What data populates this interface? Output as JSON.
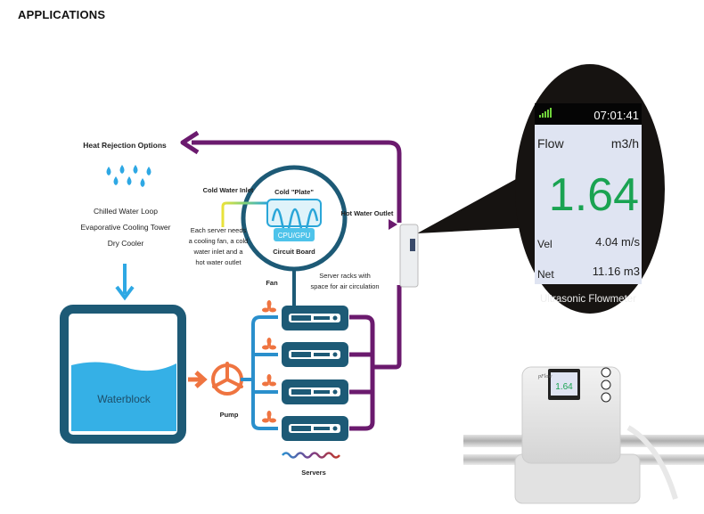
{
  "title": "APPLICATIONS",
  "heat_rejection": {
    "heading": "Heat Rejection Options",
    "options": [
      "Chilled Water Loop",
      "Evaporative Cooling Tower",
      "Dry Cooler"
    ]
  },
  "labels": {
    "cold_plate": "Cold \"Plate\"",
    "cpu": "CPU/GPU",
    "circuit_board": "Circuit Board",
    "cold_water_inlet": "Cold Water Inlet",
    "hot_water_outlet": "Hot Water Outlet",
    "server_note": [
      "Each server needs",
      "a cooling fan, a cold",
      "water inlet and a",
      "hot water outlet"
    ],
    "rack_note": [
      "Server racks with",
      "space for air circulation"
    ],
    "fan": "Fan",
    "waterblock": "Waterblock",
    "pump": "Pump",
    "servers": "Servers"
  },
  "flowmeter_display": {
    "time": "07:01:41",
    "flow_label": "Flow",
    "flow_unit": "m3/h",
    "flow_value": "1.64",
    "vel_label": "Vel",
    "vel_value": "4.04 m/s",
    "net_label": "Net",
    "net_value": "11.16 m3",
    "caption": "Ultrasonic Flowmeter"
  },
  "device": {
    "brand": "pFlow",
    "screen_value": "1.64"
  },
  "colors": {
    "purple": "#6b1a6e",
    "dark_blue": "#1d5a76",
    "light_blue": "#35b0e6",
    "orange": "#ef7440",
    "green": "#1aa352"
  }
}
